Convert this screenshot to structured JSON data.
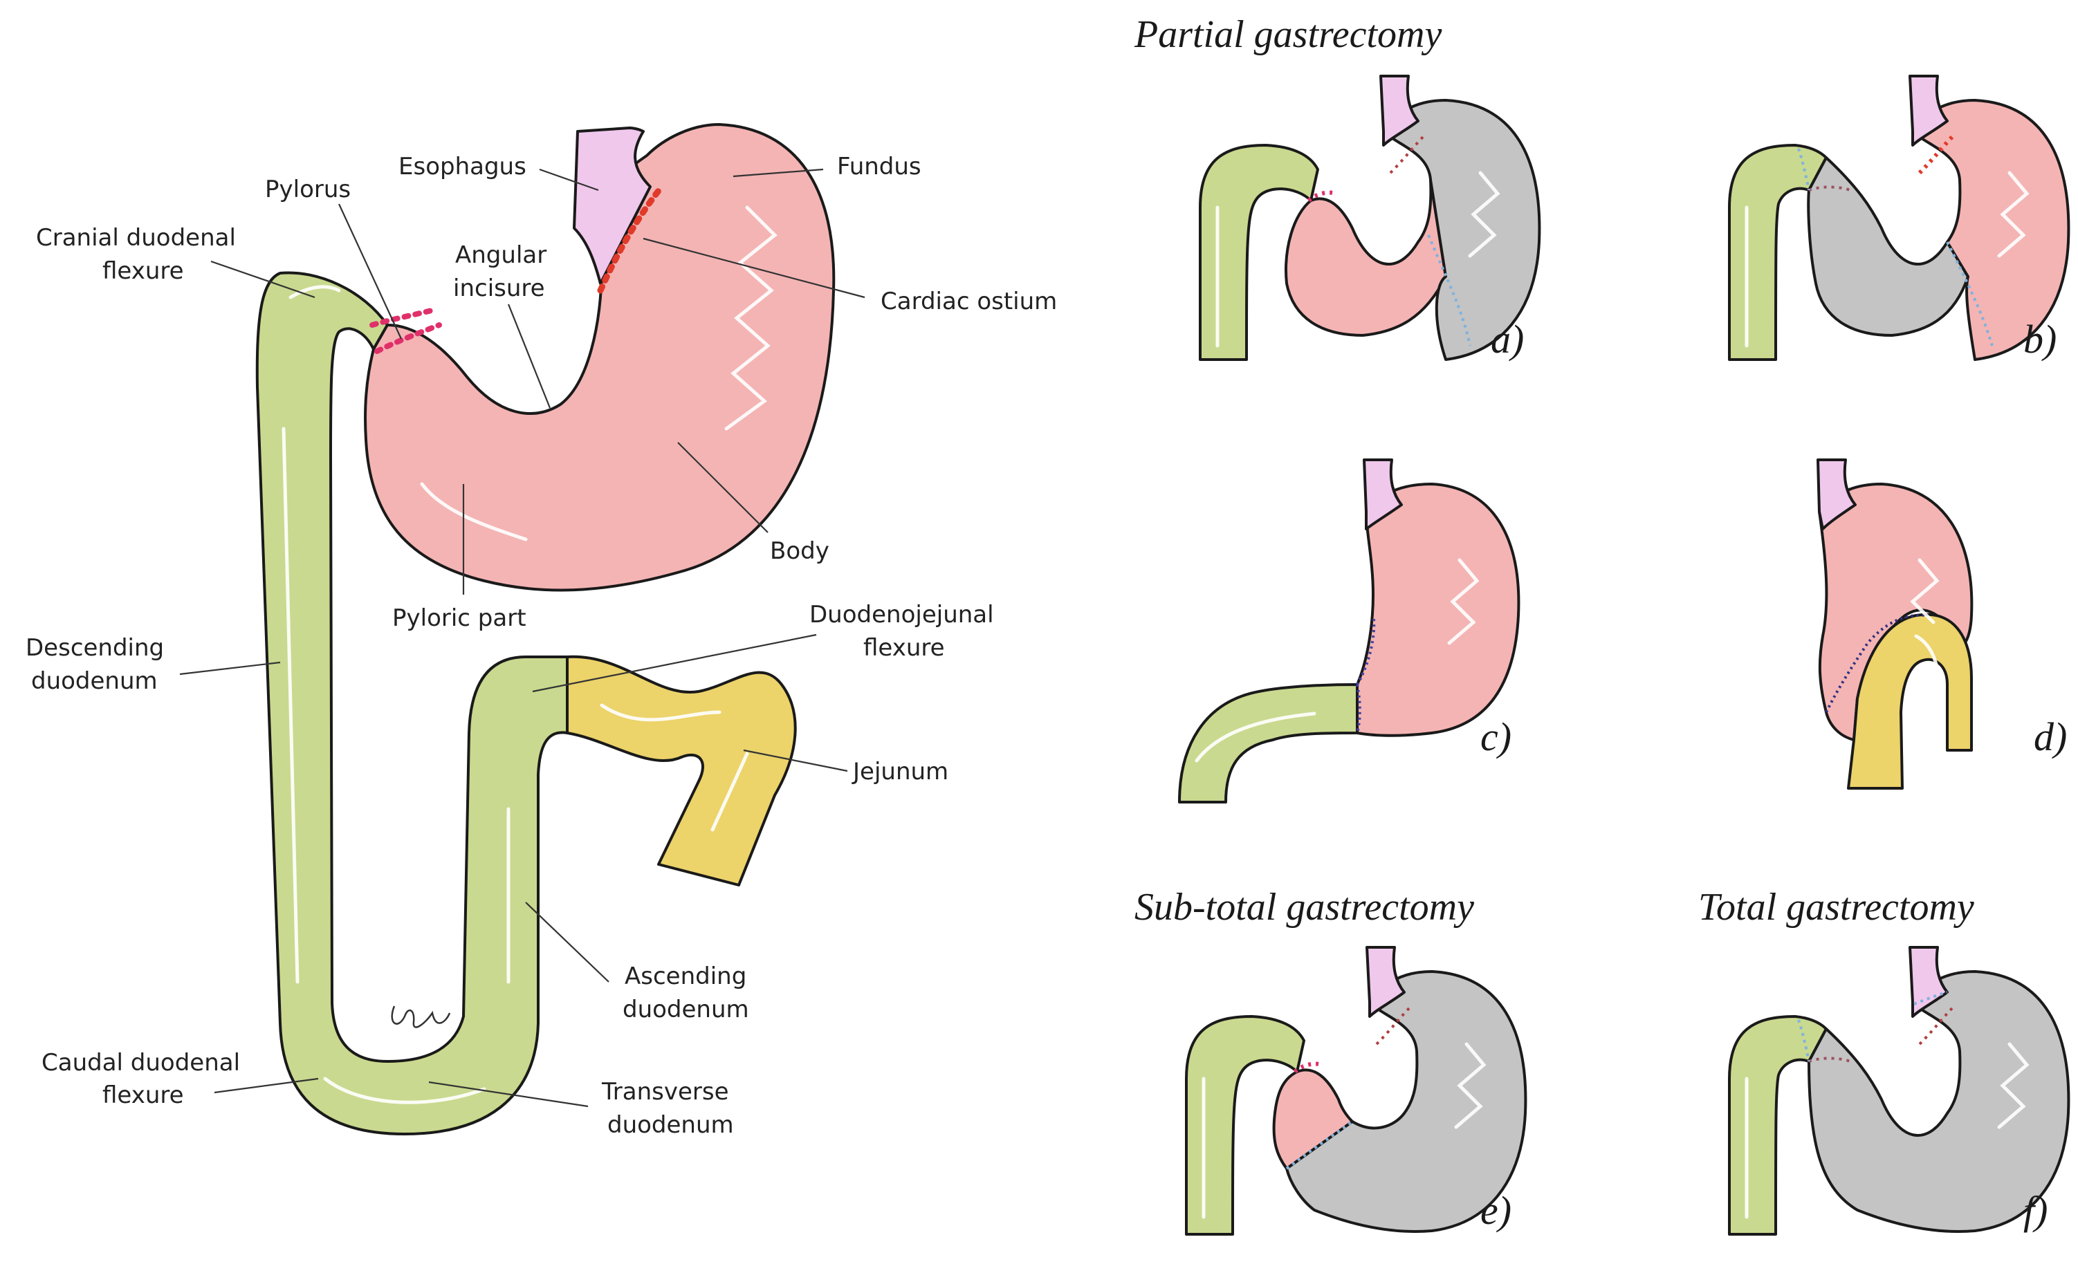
{
  "main_labels": {
    "esophagus": "Esophagus",
    "fundus": "Fundus",
    "pylorus": "Pylorus",
    "cranial_flexure_1": "Cranial duodenal",
    "cranial_flexure_2": "flexure",
    "angular_incisure_1": "Angular",
    "angular_incisure_2": "incisure",
    "cardiac_ostium": "Cardiac ostium",
    "body": "Body",
    "pyloric_part": "Pyloric part",
    "duodenojejunal_1": "Duodenojejunal",
    "duodenojejunal_2": "flexure",
    "descending_1": "Descending",
    "descending_2": "duodenum",
    "jejunum": "Jejunum",
    "ascending_1": "Ascending",
    "ascending_2": "duodenum",
    "caudal_flexure_1": "Caudal duodenal",
    "caudal_flexure_2": "flexure",
    "transverse_1": "Transverse",
    "transverse_2": "duodenum"
  },
  "section_titles": {
    "partial": "Partial gastrectomy",
    "subtotal": "Sub-total gastrectomy",
    "total": "Total gastrectomy"
  },
  "panel_labels": {
    "a": "a)",
    "b": "b)",
    "c": "c)",
    "d": "d)",
    "e": "e)",
    "f": "f)"
  },
  "colors": {
    "stomach": "#f4b4b4",
    "esophagus": "#f0c8ec",
    "duodenum": "#c9d98f",
    "jejunum": "#ecd36a",
    "removed": "#c4c4c4",
    "pylorus_ring": "#e0306a",
    "cardiac_ring": "#e03a2a",
    "cut_line": "#7fb2dd",
    "ink": "#1a1a1a"
  }
}
